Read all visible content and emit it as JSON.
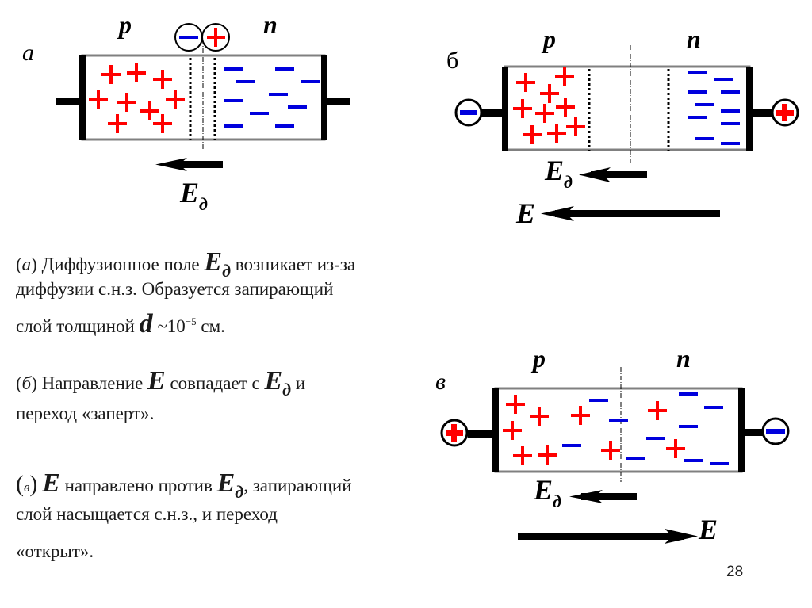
{
  "slide": {
    "page_number": "28",
    "colors": {
      "positive": "#ff0000",
      "negative": "#0000dd",
      "frame": "#808080",
      "ink": "#000000"
    }
  },
  "diagram_a": {
    "panel_label": "а",
    "p_label": "p",
    "n_label": "n",
    "ion_minus_symbol": "−",
    "ion_plus_symbol": "+",
    "field_label": "E",
    "field_sub": "д",
    "field_direction": "left"
  },
  "diagram_b": {
    "panel_label": "б",
    "p_label": "p",
    "n_label": "n",
    "left_terminal": "minus",
    "right_terminal": "plus",
    "field_label": "E",
    "field_sub": "д",
    "external_field_label": "E",
    "field_direction": "left",
    "external_field_direction": "left"
  },
  "diagram_c": {
    "panel_label": "в",
    "p_label": "p",
    "n_label": "n",
    "left_terminal": "plus",
    "right_terminal": "minus",
    "field_label": "E",
    "field_sub": "д",
    "external_field_label": "E",
    "field_direction": "left",
    "external_field_direction": "right"
  },
  "text_a": {
    "tag": "а",
    "line1_pre": " Диффузионное поле ",
    "E": "E",
    "sub": "д",
    "line1_post": " возникает из-за",
    "line2": "диффузии с.н.з. Образуется запирающий",
    "line3_pre": "слой толщиной ",
    "d": "d",
    "line3_mid": " ~10",
    "exp": "−5",
    "line3_post": " см."
  },
  "text_b": {
    "tag": "б",
    "line1_pre": " Направление ",
    "E": "E",
    "line1_mid": " совпадает с ",
    "E2": "E",
    "sub": "д",
    "line1_post": " и",
    "line2": "переход «заперт»."
  },
  "text_c": {
    "tag": "в",
    "E": "E",
    "line1_mid": " направлено против ",
    "E2": "E",
    "sub": "д",
    "line1_post": ", запирающий",
    "line2": "слой насыщается с.н.з., и переход",
    "line3": "«открыт»."
  }
}
